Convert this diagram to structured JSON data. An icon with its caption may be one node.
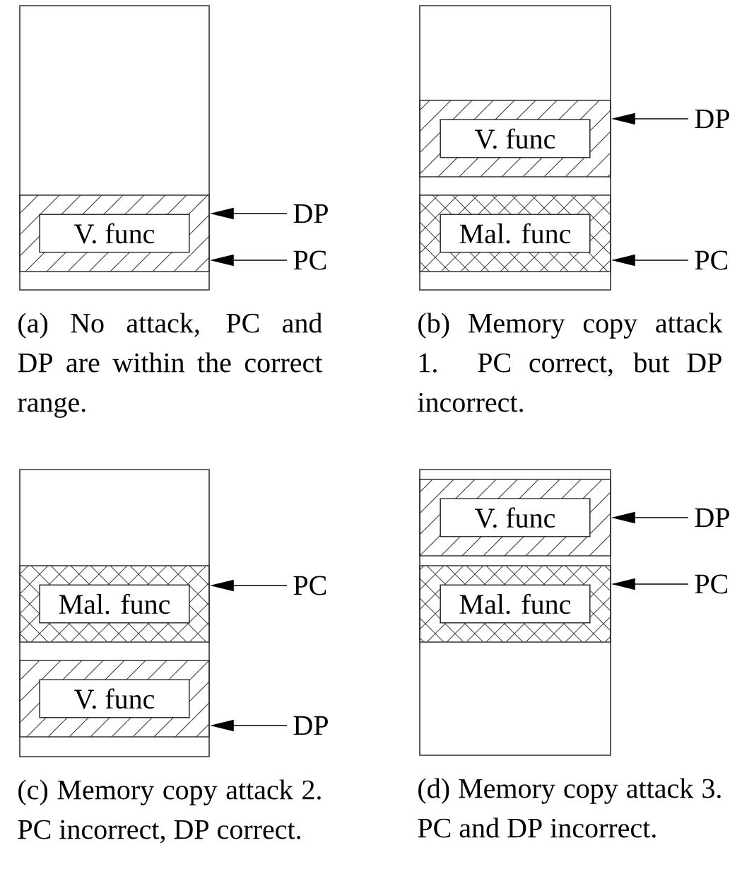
{
  "diagram": {
    "nodes": [
      {
        "text": [],
        "shape": "box"
      },
      {
        "text": [
          "V. func"
        ],
        "in": 0
      },
      {
        "text": [
          "DP"
        ]
      },
      {
        "text": [
          "PC"
        ]
      },
      {
        "text": [],
        "shape": "box"
      },
      {
        "text": [
          "V. func"
        ],
        "in": 4
      },
      {
        "text": [
          "Mal. func"
        ],
        "in": 4
      },
      {
        "text": [
          "DP"
        ]
      },
      {
        "text": [
          "PC"
        ]
      },
      {
        "text": [],
        "shape": "box"
      },
      {
        "text": [
          "Mal. func"
        ],
        "in": 9
      },
      {
        "text": [
          "V. func"
        ],
        "in": 9
      },
      {
        "text": [
          "PC"
        ]
      },
      {
        "text": [
          "DP"
        ]
      },
      {
        "text": [],
        "shape": "box"
      },
      {
        "text": [
          "V. func"
        ],
        "in": 14
      },
      {
        "text": [
          "Mal. func"
        ],
        "in": 14
      },
      {
        "text": [
          "DP"
        ]
      },
      {
        "text": [
          "PC"
        ]
      }
    ],
    "edges": [
      {
        "from": 2,
        "to": 1,
        "arrow": "to"
      },
      {
        "from": 3,
        "to": 1,
        "arrow": "to"
      },
      {
        "from": 7,
        "to": 5,
        "arrow": "to"
      },
      {
        "from": 8,
        "to": 6,
        "arrow": "to"
      },
      {
        "from": 12,
        "to": 10,
        "arrow": "to"
      },
      {
        "from": 13,
        "to": 11,
        "arrow": "to"
      },
      {
        "from": 17,
        "to": 15,
        "arrow": "to"
      },
      {
        "from": 18,
        "to": 16,
        "arrow": "to"
      }
    ],
    "labels": [
      "(a) No attack, PC and DP are within the correct range.",
      "(b) Memory copy attack 1. PC correct, but DP incorrect.",
      "(c) Memory copy attack 2. PC incorrect, DP correct.",
      "(d) Memory copy attack 3. PC and DP incorrect."
    ]
  }
}
